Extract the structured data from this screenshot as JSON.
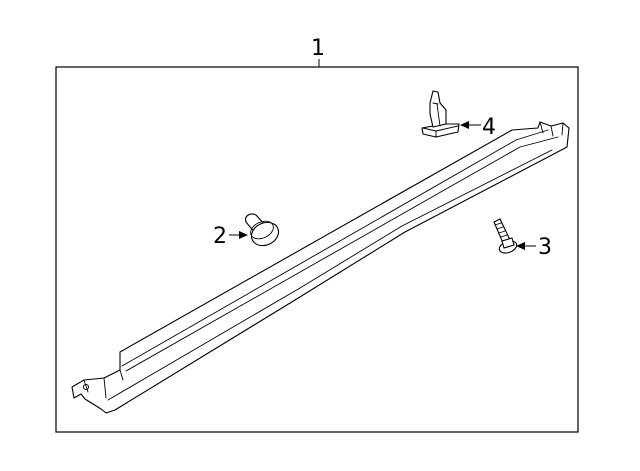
{
  "callouts": {
    "assembly": "1",
    "clip": "2",
    "screw": "3",
    "retainer": "4"
  }
}
